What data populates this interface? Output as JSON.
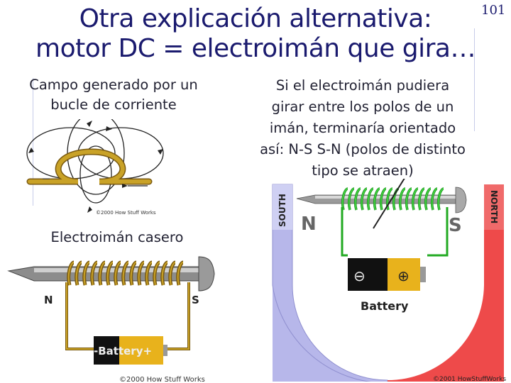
{
  "slide": {
    "title_line1": "Otra explicación alternativa:",
    "title_line2": "motor DC = electroimán que gira…",
    "page_number": "101",
    "left_text": "Campo generado por un bucle de corriente",
    "left_caption": "Electroimán casero",
    "right_text": "Si el electroimán pudiera girar entre los polos de un imán, terminaría orientado así: N-S    S-N (polos de distinto tipo se atraen)"
  },
  "loop_figure": {
    "copyright": "©2000 How Stuff Works"
  },
  "electromagnet_figure": {
    "pole_n": "N",
    "pole_s": "S",
    "battery_text": "-Battery+",
    "copyright": "©2000 How Stuff Works"
  },
  "motor_figure": {
    "south_label": "SOUTH",
    "north_label": "NORTH",
    "pole_n": "N",
    "pole_s": "S",
    "minus_symbol": "⊖",
    "plus_symbol": "⊕",
    "battery_label": "Battery",
    "copyright": "©2001 HowStuffWorks"
  },
  "colors": {
    "title": "#1a1a6e",
    "coil_gold": "#b8860b",
    "wire_green": "#22aa22",
    "magnet_south": "#b7b7ea",
    "magnet_north": "#ee4a4a"
  }
}
